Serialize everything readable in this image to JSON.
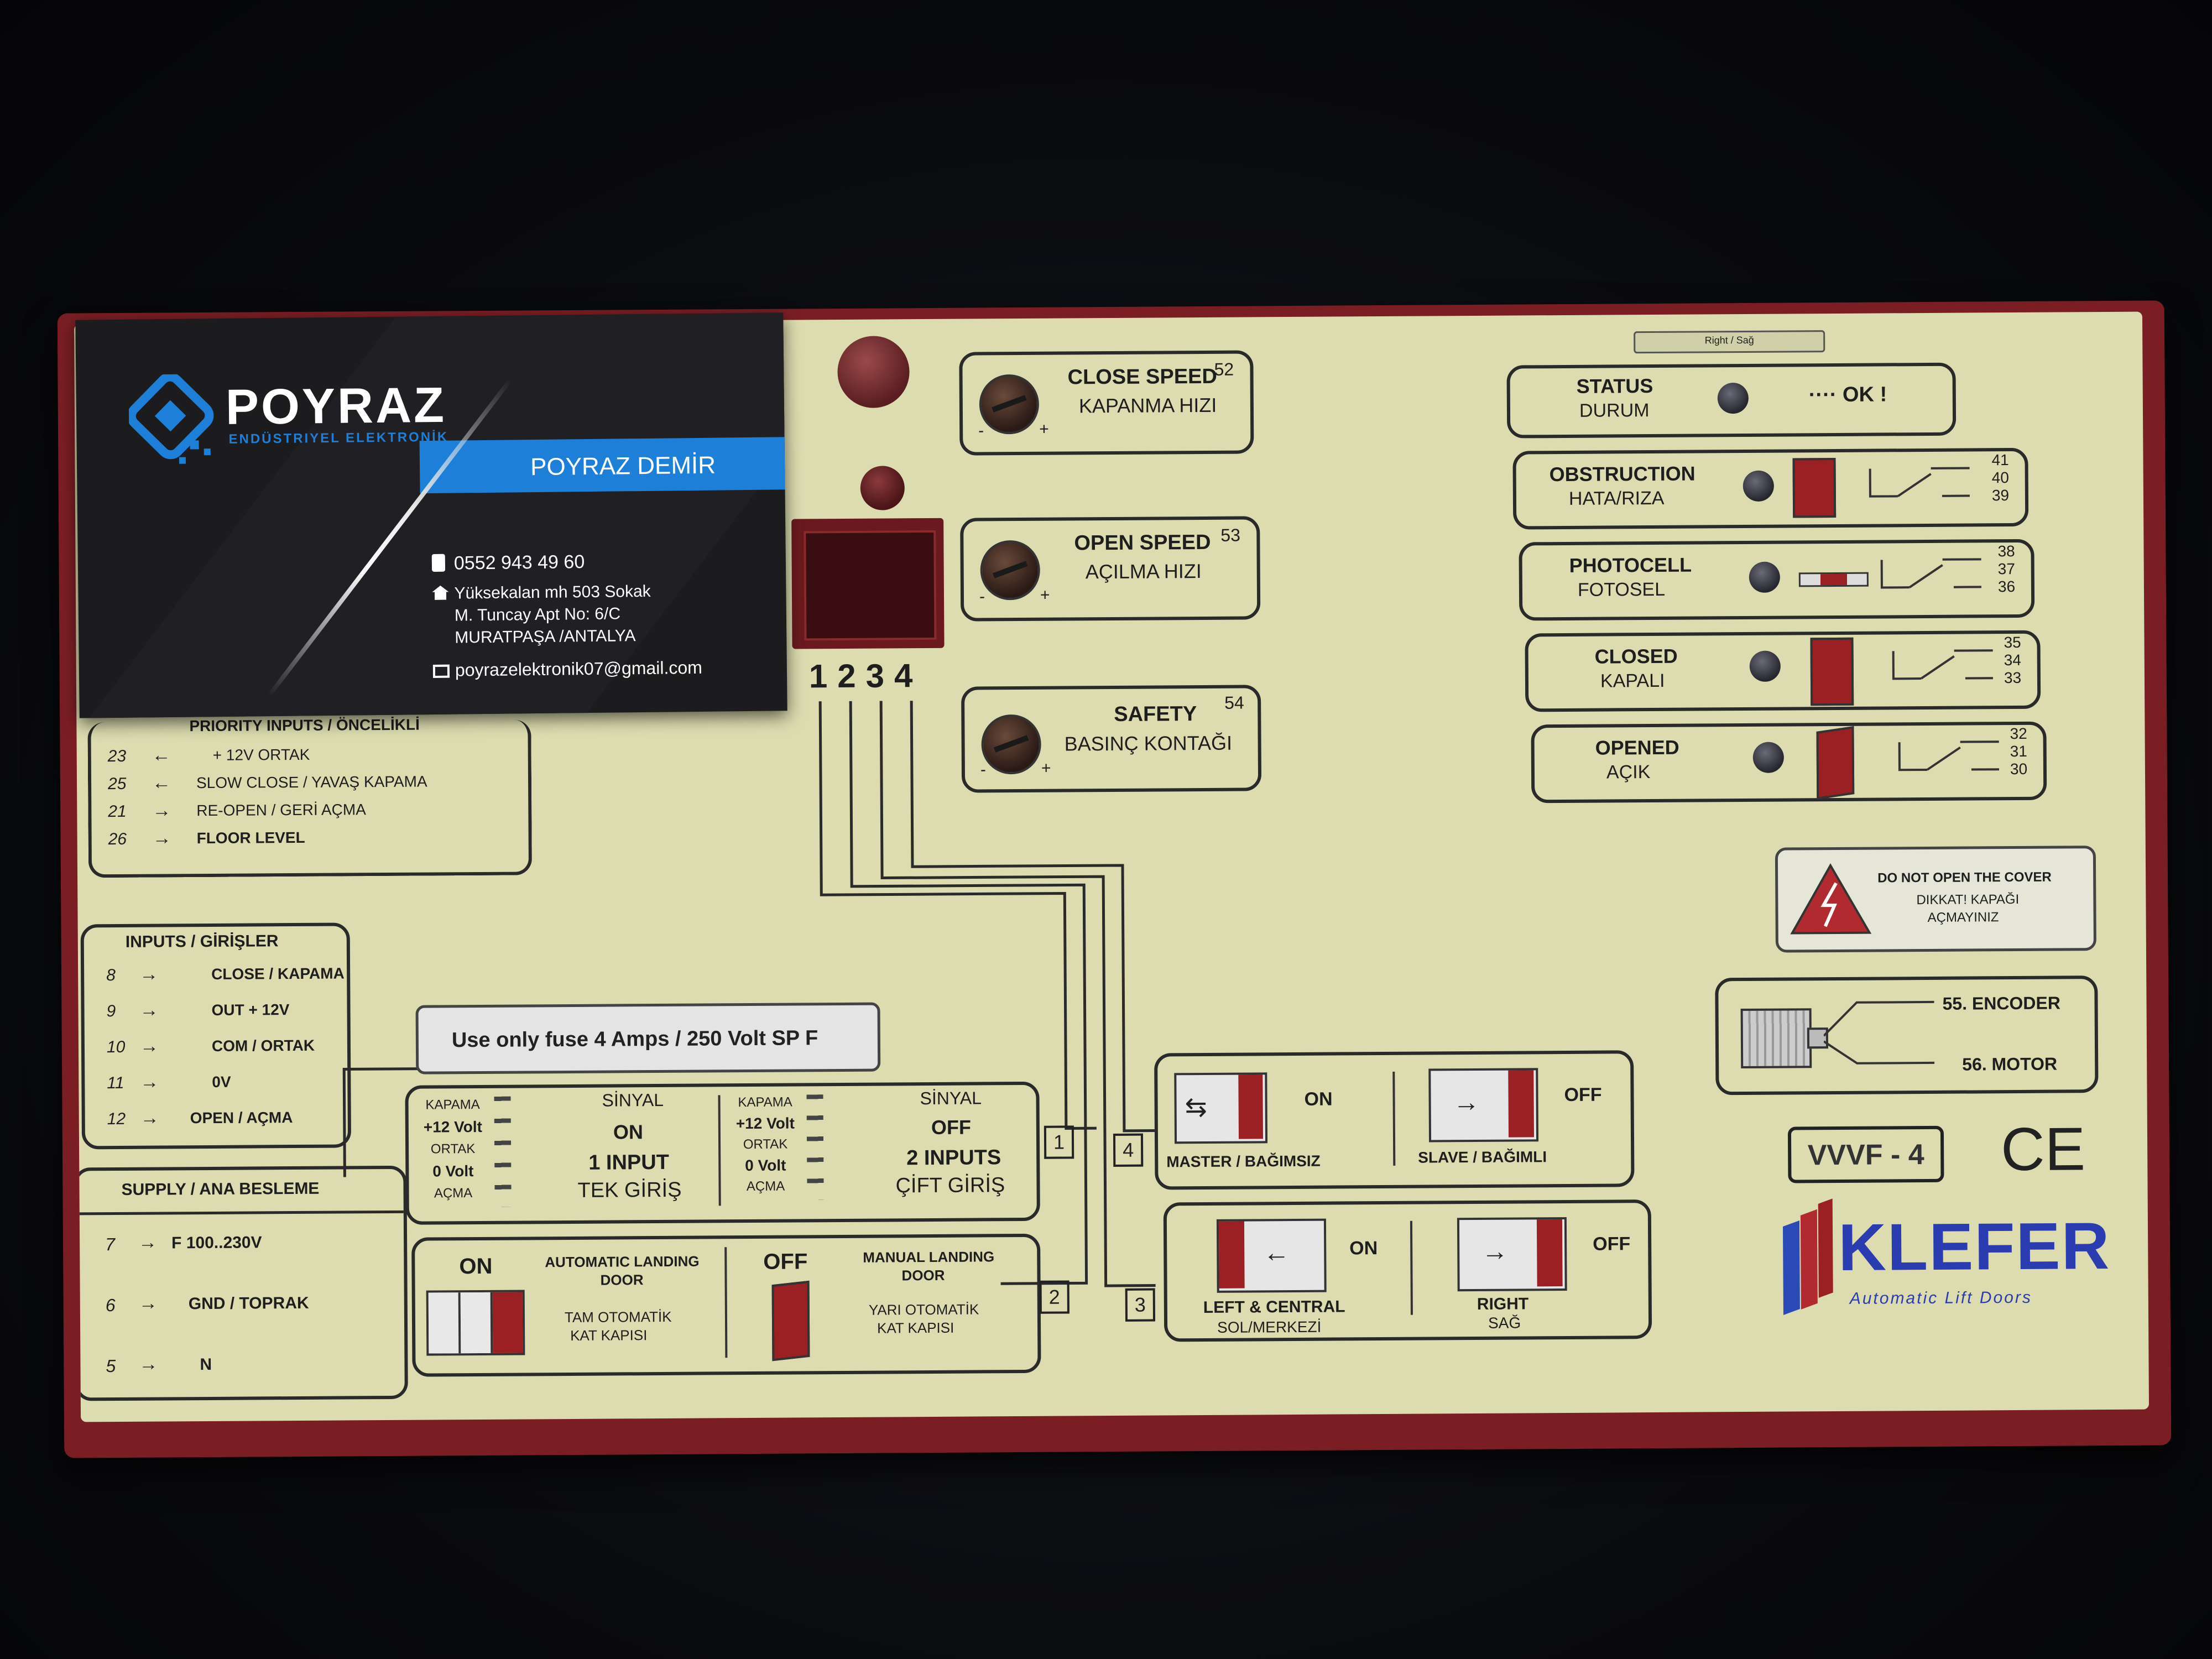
{
  "card": {
    "brand": "POYRAZ",
    "brand_sub": "ENDÜSTRIYEL ELEKTRONİK",
    "name": "POYRAZ DEMİR",
    "phone": "0552 943 49 60",
    "address_line1": "Yüksekalan mh 503 Sokak",
    "address_line2": "M. Tuncay Apt No: 6/C",
    "address_line3": "MURATPAŞA /ANTALYA",
    "email": "poyrazelektronik07@gmail.com",
    "accent_color": "#1e7fd8"
  },
  "panel": {
    "top_tab": "Right / Sağ",
    "dip_numbers": [
      "1",
      "2",
      "3",
      "4"
    ],
    "close_speed": {
      "title": "CLOSE SPEED",
      "num": "52",
      "sub": "KAPANMA HIZI"
    },
    "open_speed": {
      "title": "OPEN SPEED",
      "num": "53",
      "sub": "AÇILMA HIZI"
    },
    "safety": {
      "title": "SAFETY",
      "num": "54",
      "sub": "BASINÇ KONTAĞI"
    },
    "knob_minus": "-",
    "knob_plus": "+",
    "status": {
      "title": "STATUS",
      "sub": "DURUM",
      "ok": "···· OK !"
    },
    "obstruction": {
      "title": "OBSTRUCTION",
      "sub": "HATA/RIZA",
      "pins": [
        "41",
        "40",
        "39"
      ]
    },
    "photocell": {
      "title": "PHOTOCELL",
      "sub": "FOTOSEL",
      "pins": [
        "38",
        "37",
        "36"
      ]
    },
    "closed": {
      "title": "CLOSED",
      "sub": "KAPALI",
      "pins": [
        "35",
        "34",
        "33"
      ]
    },
    "opened": {
      "title": "OPENED",
      "sub": "AÇIK",
      "pins": [
        "32",
        "31",
        "30"
      ]
    },
    "warning": {
      "line1": "DO NOT OPEN THE COVER",
      "line2": "DIKKAT! KAPAĞI",
      "line3": "AÇMAYINIZ"
    },
    "encoder": {
      "enc": "55. ENCODER",
      "motor": "56. MOTOR"
    },
    "model": "VVVF - 4",
    "ce": "CE",
    "klefer": "KLEFER",
    "klefer_sub": "Automatic Lift Doors",
    "priority": {
      "title": "PRIORITY INPUTS / ÖNCELİKLİ",
      "rows": [
        {
          "num": "23",
          "label": "+ 12V  ORTAK"
        },
        {
          "num": "25",
          "label": "SLOW CLOSE / YAVAŞ KAPAMA"
        },
        {
          "num": "21",
          "label": "RE-OPEN / GERİ AÇMA"
        },
        {
          "num": "26",
          "label": "FLOOR LEVEL"
        }
      ]
    },
    "inputs": {
      "title": "INPUTS / GİRİŞLER",
      "rows": [
        {
          "num": "8",
          "label": "CLOSE / KAPAMA"
        },
        {
          "num": "9",
          "label": "OUT + 12V"
        },
        {
          "num": "10",
          "label": "COM / ORTAK"
        },
        {
          "num": "11",
          "label": "0V"
        },
        {
          "num": "12",
          "label": "OPEN / AÇMA"
        }
      ]
    },
    "supply": {
      "title": "SUPPLY / ANA BESLEME",
      "rows": [
        {
          "num": "7",
          "label": "F 100..230V"
        },
        {
          "num": "6",
          "label": "GND / TOPRAK"
        },
        {
          "num": "5",
          "label": "N"
        }
      ]
    },
    "fuse": "Use only fuse  4 Amps / 250 Volt SP F",
    "sw1": {
      "left_labels": [
        "KAPAMA",
        "+12 Volt",
        "ORTAK",
        "0 Volt",
        "AÇMA"
      ],
      "on_signal": "SİNYAL",
      "on": "ON",
      "on_text1": "1 INPUT",
      "on_text2": "TEK GİRİŞ",
      "off_signal": "SİNYAL",
      "off": "OFF",
      "off_text1": "2 INPUTS",
      "off_text2": "ÇİFT GİRİŞ",
      "num": "1"
    },
    "sw2": {
      "on": "ON",
      "on_title1": "AUTOMATIC LANDING",
      "on_title2": "DOOR",
      "on_sub1": "TAM OTOMATİK",
      "on_sub2": "KAT KAPISI",
      "off": "OFF",
      "off_title1": "MANUAL LANDING",
      "off_title2": "DOOR",
      "off_sub1": "YARI OTOMATİK",
      "off_sub2": "KAT KAPISI",
      "num": "2"
    },
    "sw3": {
      "on": "ON",
      "on_label1": "LEFT & CENTRAL",
      "on_label2": "SOL/MERKEZİ",
      "off": "OFF",
      "off_label1": "RIGHT",
      "off_label2": "SAĞ",
      "num": "3"
    },
    "sw4": {
      "on": "ON",
      "on_label": "MASTER / BAĞIMSIZ",
      "off": "OFF",
      "off_label": "SLAVE / BAĞIMLI",
      "num": "4"
    }
  }
}
